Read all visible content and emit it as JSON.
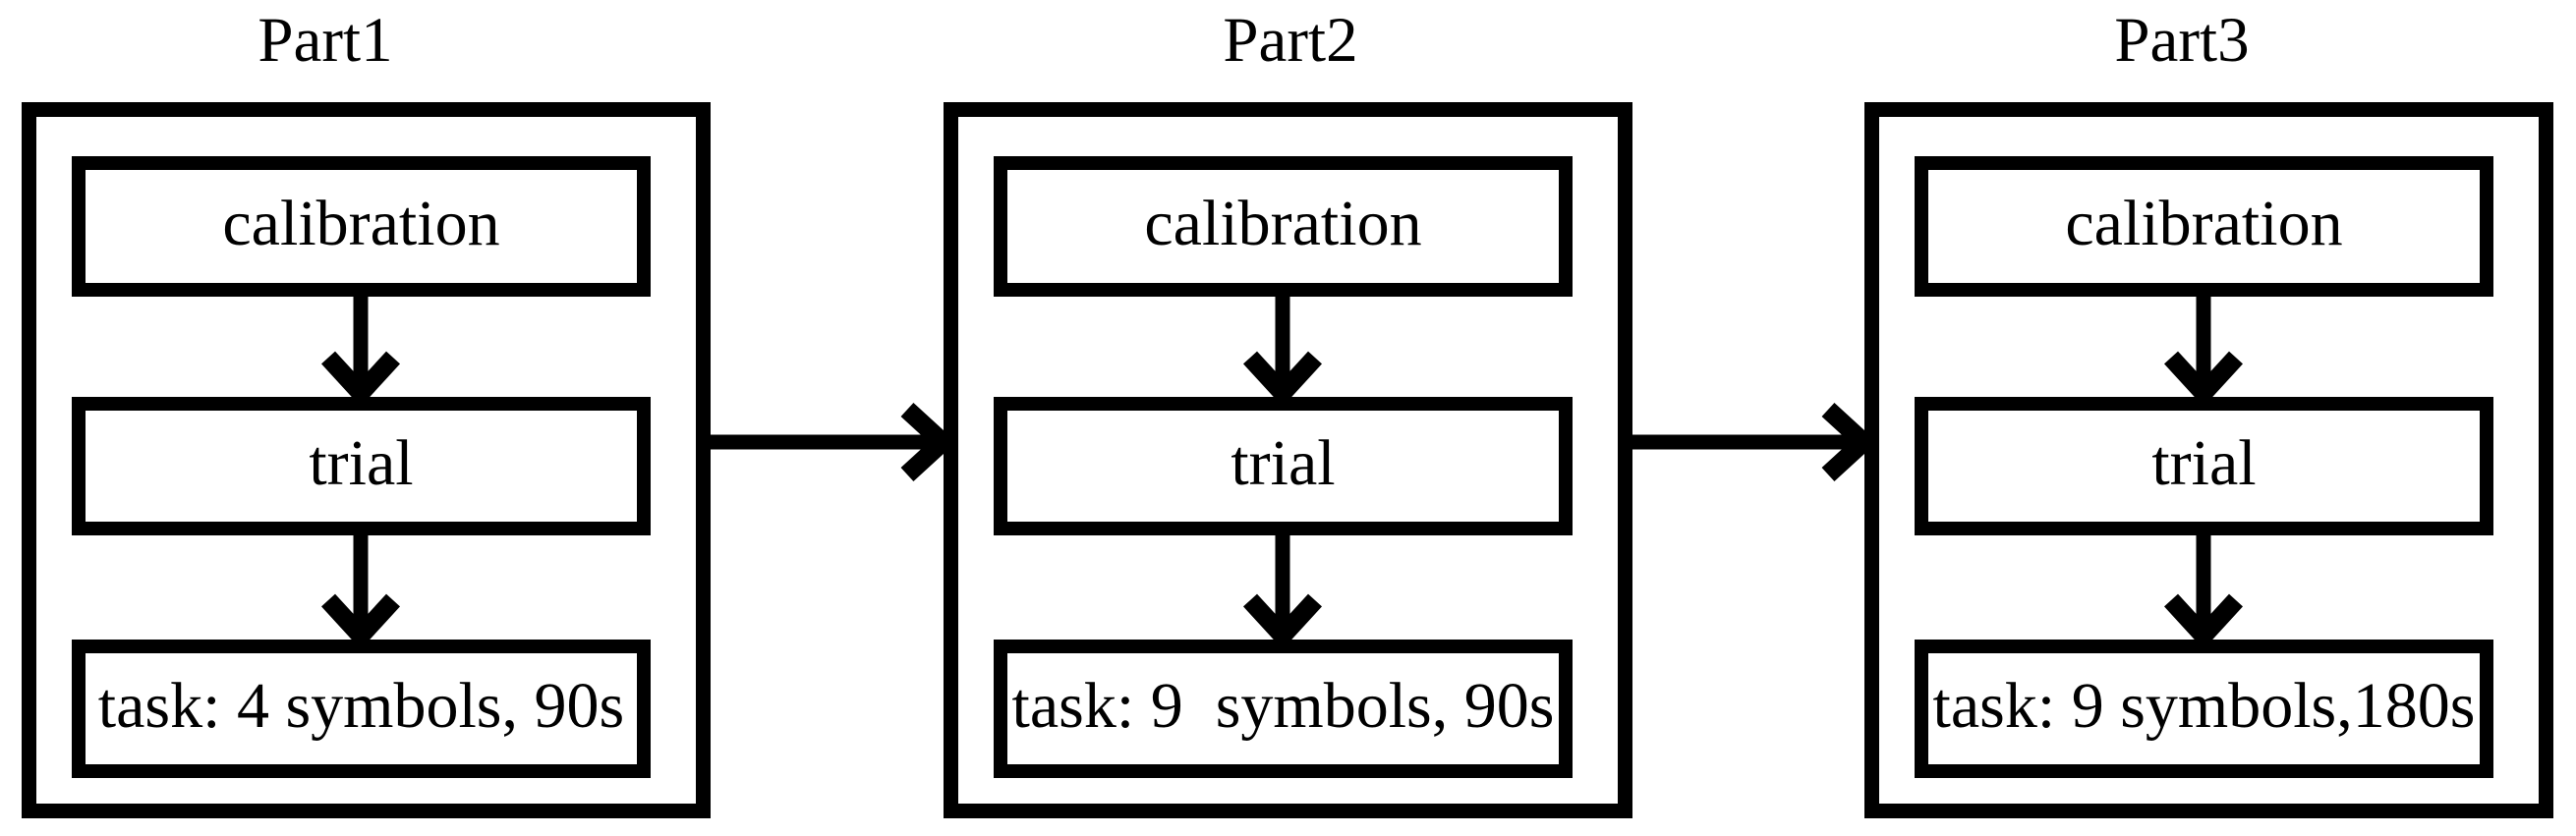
{
  "figure": {
    "background_color": "#ffffff",
    "line_color": "#000000",
    "text_color": "#000000",
    "parts": [
      {
        "title": "Part1",
        "steps": [
          {
            "label": "calibration"
          },
          {
            "label": "trial"
          },
          {
            "label": "task: 4 symbols, 90s"
          }
        ]
      },
      {
        "title": "Part2",
        "steps": [
          {
            "label": "calibration"
          },
          {
            "label": "trial"
          },
          {
            "label": "task: 9  symbols, 90s"
          }
        ]
      },
      {
        "title": "Part3",
        "steps": [
          {
            "label": "calibration"
          },
          {
            "label": "trial"
          },
          {
            "label": "task: 9 symbols,180s"
          }
        ]
      }
    ]
  }
}
